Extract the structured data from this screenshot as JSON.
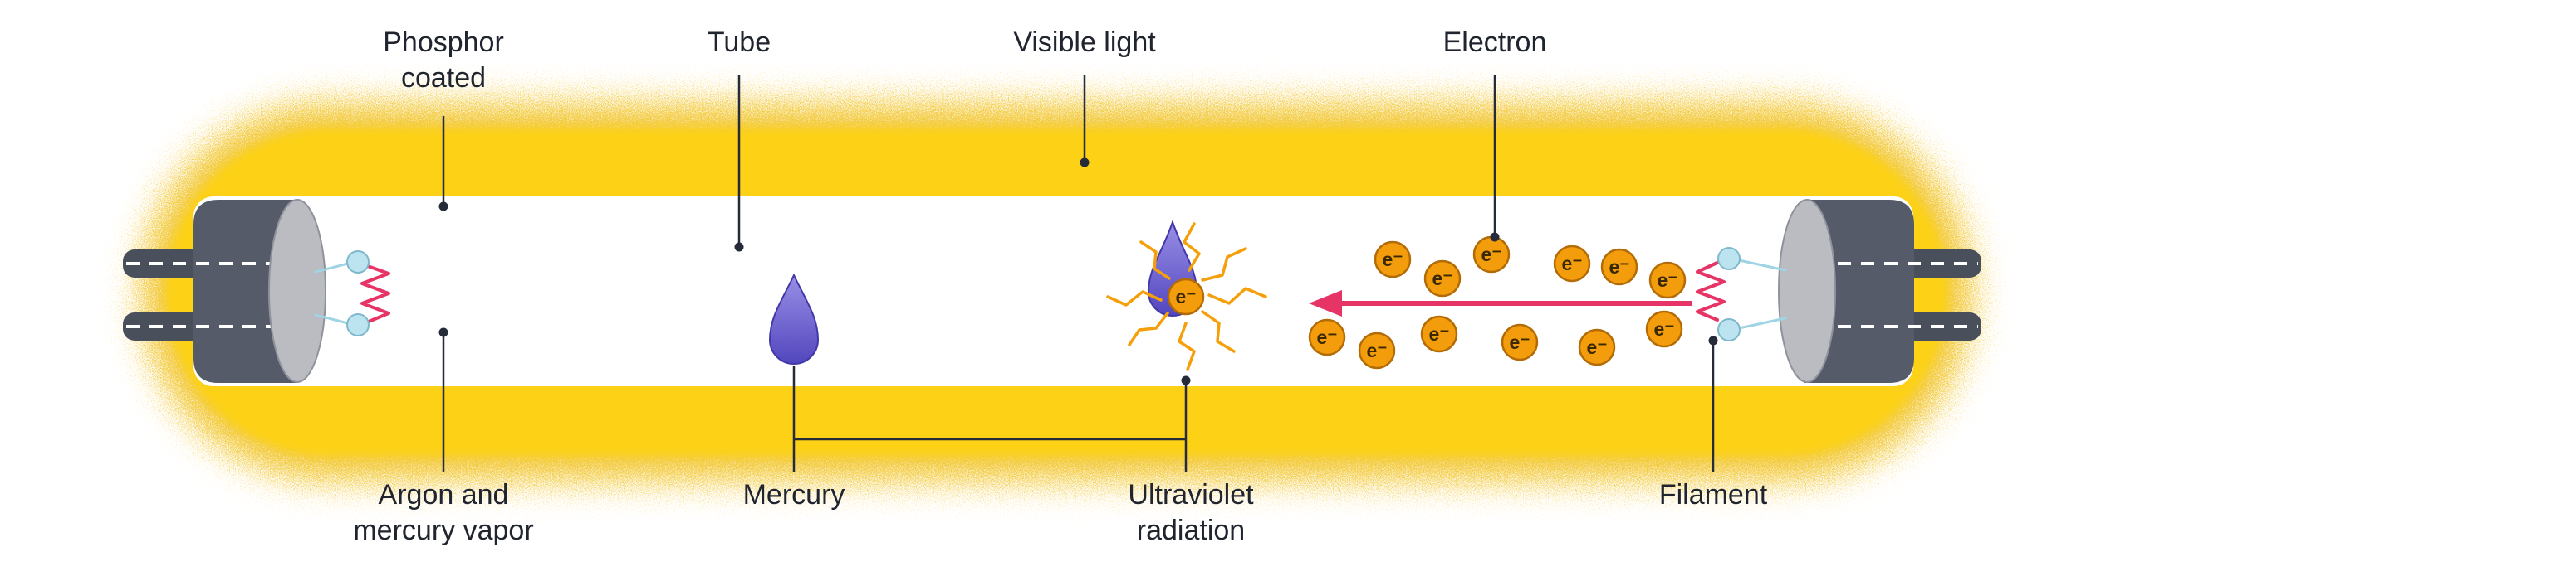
{
  "labels": {
    "phosphor_coating": "Phosphor\ncoated",
    "tube": "Tube",
    "visible_light": "Visible light",
    "electron": "Electron",
    "argon_mercury_vapor": "Argon and\nmercury vapor",
    "mercury": "Mercury",
    "ultraviolet_radiation": "Ultraviolet\nradiation",
    "filament": "Filament"
  },
  "symbols": {
    "electron": "e⁻"
  },
  "colors": {
    "glow_yellow": "#FCD116",
    "glow_noise": "#F3CA3E",
    "tube_white": "#FFFFFF",
    "cap_gray": "#565B6A",
    "cap_face_gray": "#BBBCC2",
    "pin_gray": "#4A4F5C",
    "filament_pink": "#E73467",
    "electron_arrow_pink": "#E73467",
    "electron_orange": "#F49D0C",
    "electron_orange_stroke": "#B36B05",
    "mercury_purple": "#5246BE",
    "uv_ray_orange": "#F5A00A",
    "bead_blue": "#BCE4F0",
    "label_text": "#20242F",
    "leader_line": "#262B3A"
  }
}
